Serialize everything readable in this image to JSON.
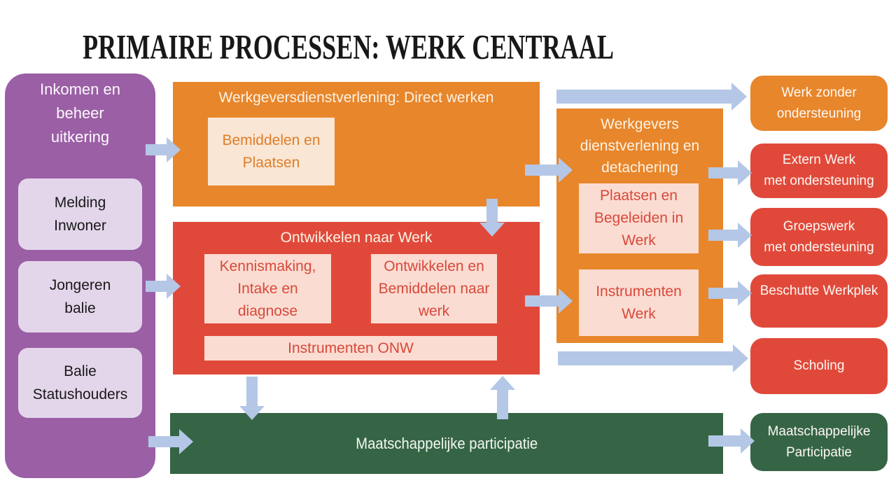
{
  "title": "PRIMAIRE PROCESSEN: WERK CENTRAAL",
  "income_column": {
    "title": "Inkomen en\nbeheer\nuitkering",
    "cards": [
      {
        "label": "Melding\nInwoner"
      },
      {
        "label": "Jongeren\nbalie"
      },
      {
        "label": "Balie\nStatushouders"
      }
    ]
  },
  "direct_werken": {
    "title": "Werkgeversdienstverlening: Direct werken",
    "cards": [
      {
        "label": "Bemiddelen en\nPlaatsen"
      }
    ]
  },
  "ontwikkelen_naar_werk": {
    "title": "Ontwikkelen naar Werk",
    "cards": [
      {
        "label": "Kennismaking,\nIntake en\ndiagnose"
      },
      {
        "label": "Ontwikkelen en\nBemiddelen naar\nwerk"
      },
      {
        "label": "Instrumenten ONW"
      }
    ]
  },
  "werkgevers_detachering": {
    "title": "Werkgevers\ndienstverlening en\ndetachering",
    "cards": [
      {
        "label": "Plaatsen en\nBegeleiden in\nWerk"
      },
      {
        "label": "Instrumenten\nWerk"
      }
    ]
  },
  "participatie_bar": {
    "title": "Maatschappelijke participatie"
  },
  "outcomes": [
    {
      "label": "Werk zonder\nondersteuning",
      "type": "orange"
    },
    {
      "label": "Extern Werk\nmet ondersteuning",
      "type": "red"
    },
    {
      "label": "Groepswerk\nmet ondersteuning",
      "type": "red"
    },
    {
      "label": "Beschutte Werkplek",
      "type": "red"
    },
    {
      "label": "Scholing",
      "type": "red"
    },
    {
      "label": "Maatschappelijke\nParticipatie",
      "type": "green"
    }
  ],
  "colors": {
    "purple": "#9B5FA5",
    "light_purple": "#E3D6EA",
    "orange": "#E8862B",
    "red": "#E0493A",
    "pink": "#FBDCD2",
    "cream": "#FAE6D4",
    "green": "#366546",
    "arrow_blue": "#B4C7E7"
  }
}
